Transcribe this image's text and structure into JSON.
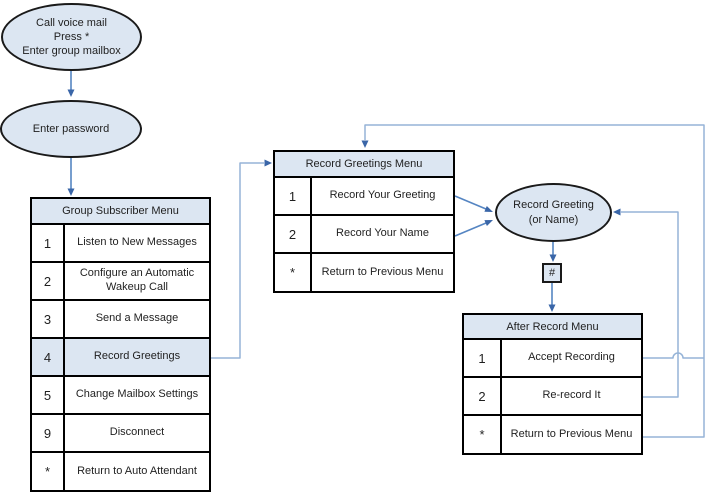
{
  "colors": {
    "node_fill": "#dce6f2",
    "line": "#95b3d7",
    "arrow_stem": "#5585c2",
    "arrow_head": "#3a66a8",
    "text": "#1f1f1f"
  },
  "start_node": {
    "lines": [
      "Call voice mail",
      "Press *",
      "Enter group mailbox"
    ]
  },
  "password_node": {
    "label": "Enter password"
  },
  "group_menu": {
    "title": "Group Subscriber Menu",
    "rows": [
      {
        "key": "1",
        "label": "Listen to New Messages"
      },
      {
        "key": "2",
        "label": "Configure an Automatic Wakeup Call"
      },
      {
        "key": "3",
        "label": "Send a Message"
      },
      {
        "key": "4",
        "label": "Record Greetings"
      },
      {
        "key": "5",
        "label": "Change Mailbox Settings"
      },
      {
        "key": "9",
        "label": "Disconnect"
      },
      {
        "key": "*",
        "label": "Return to Auto Attendant"
      }
    ]
  },
  "greetings_menu": {
    "title": "Record Greetings Menu",
    "rows": [
      {
        "key": "1",
        "label": "Record Your Greeting"
      },
      {
        "key": "2",
        "label": "Record Your Name"
      },
      {
        "key": "*",
        "label": "Return to Previous Menu"
      }
    ]
  },
  "record_node": {
    "lines": [
      "Record Greeting",
      "(or Name)"
    ]
  },
  "pound_box": {
    "label": "#"
  },
  "after_menu": {
    "title": "After Record Menu",
    "rows": [
      {
        "key": "1",
        "label": "Accept Recording"
      },
      {
        "key": "2",
        "label": "Re-record It"
      },
      {
        "key": "*",
        "label": "Return to Previous Menu"
      }
    ]
  }
}
